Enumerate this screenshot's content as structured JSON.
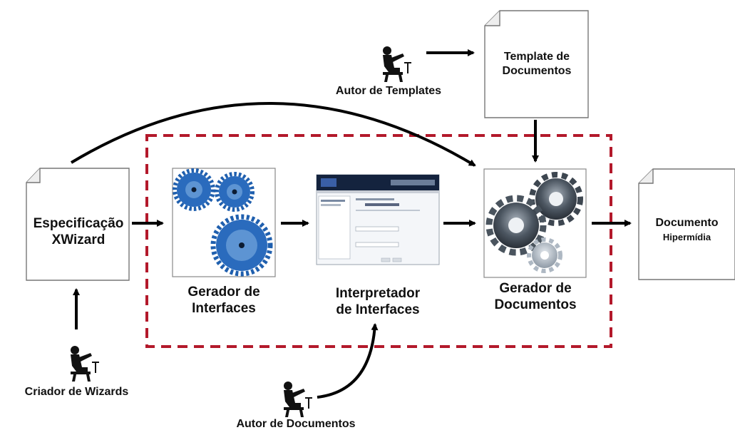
{
  "colors": {
    "boundary": "#b3192b",
    "gear_blue": "#1f5fae",
    "gear_blue_light": "#6ea4dc",
    "gear_gray": "#55606c",
    "arrow": "#000000"
  },
  "documents": {
    "spec": {
      "line1": "Especificação",
      "line2": "XWizard"
    },
    "template": {
      "line1": "Template de",
      "line2": "Documentos"
    },
    "output": {
      "line1": "Documento",
      "line2": "Hipermídia"
    }
  },
  "components": {
    "interface_generator": {
      "line1": "Gerador de",
      "line2": "Interfaces"
    },
    "interface_interpreter": {
      "line1": "Interpretador",
      "line2": "de Interfaces"
    },
    "document_generator": {
      "line1": "Gerador de",
      "line2": "Documentos"
    }
  },
  "actors": {
    "template_author": "Autor de Templates",
    "wizard_creator": "Criador de Wizards",
    "document_author": "Autor de Documentos"
  },
  "icons": [
    "person-at-desk-icon",
    "blue-gears-icon",
    "application-window-icon",
    "gray-gears-icon",
    "document-icon"
  ]
}
